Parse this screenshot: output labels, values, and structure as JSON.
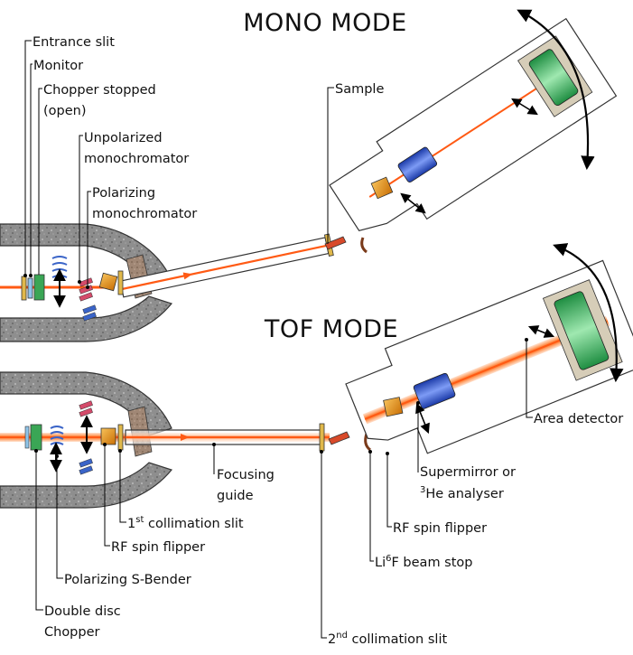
{
  "mono": {
    "title": "MONO MODE",
    "labels": {
      "entrance_slit": "Entrance slit",
      "monitor": "Monitor",
      "chopper_stopped_line1": "Chopper stopped",
      "chopper_stopped_line2": "(open)",
      "unpolarized_line1": "Unpolarized",
      "unpolarized_line2": "monochromator",
      "polarizing_line1": "Polarizing",
      "polarizing_line2": "monochromator",
      "sample": "Sample"
    }
  },
  "tof": {
    "title": "TOF MODE",
    "labels": {
      "area_detector": "Area detector",
      "focusing_line1": "Focusing",
      "focusing_line2": "guide",
      "supermirror_line1": "Supermirror or",
      "supermirror_sup": "3",
      "supermirror_line2": "He analyser",
      "collimation1_num": "1",
      "collimation1_sup": "st",
      "collimation1_text": " collimation slit",
      "rf_flipper_tof": "RF spin flipper",
      "rf_flipper_guide": "RF spin flipper",
      "beam_stop_pre": "Li",
      "beam_stop_sup": "6",
      "beam_stop_post": "F beam stop",
      "polarizing_sbender": "Polarizing S-Bender",
      "double_disc_line1": "Double disc",
      "double_disc_line2": "Chopper",
      "collimation2_num": "2",
      "collimation2_sup": "nd",
      "collimation2_text": " collimation slit"
    }
  },
  "colors": {
    "shield": "#8c8c8c",
    "beam": "#ff5a14",
    "detector": "#2fb35a",
    "analyser": "#2a52d6",
    "flipper": "#e8920a",
    "slit": "#e0b84a"
  }
}
